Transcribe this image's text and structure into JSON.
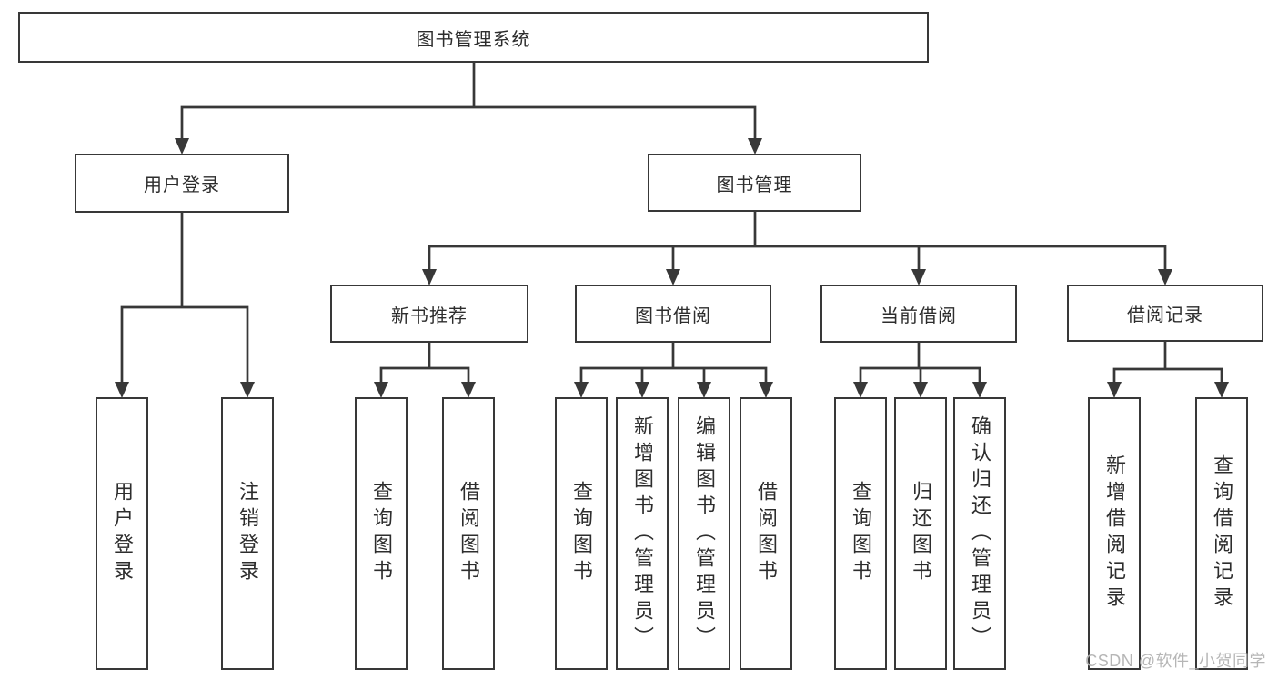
{
  "nodes": {
    "root": {
      "label": "图书管理系统"
    },
    "user_login": {
      "label": "用户登录"
    },
    "book_mgmt": {
      "label": "图书管理"
    },
    "new_book_rec": {
      "label": "新书推荐"
    },
    "book_borrow": {
      "label": "图书借阅"
    },
    "current_borrow": {
      "label": "当前借阅"
    },
    "borrow_record": {
      "label": "借阅记录"
    },
    "ul_login": {
      "label": "用户登录"
    },
    "ul_logout": {
      "label": "注销登录"
    },
    "nb_query": {
      "label": "查询图书"
    },
    "nb_borrow": {
      "label": "借阅图书"
    },
    "bb_query": {
      "label": "查询图书"
    },
    "bb_add": {
      "label": "新增图书（管理员）"
    },
    "bb_edit": {
      "label": "编辑图书（管理员）"
    },
    "bb_borrow": {
      "label": "借阅图书"
    },
    "cb_query": {
      "label": "查询图书"
    },
    "cb_return": {
      "label": "归还图书"
    },
    "cb_confirm": {
      "label": "确认归还（管理员）"
    },
    "br_add": {
      "label": "新增借阅记录"
    },
    "br_query": {
      "label": "查询借阅记录"
    }
  },
  "watermark": {
    "text": "CSDN @软件_小贺同学"
  },
  "colors": {
    "line": "#383838",
    "text": "#2d2d2d",
    "background": "#ffffff",
    "watermark": "#b2b2b2"
  }
}
